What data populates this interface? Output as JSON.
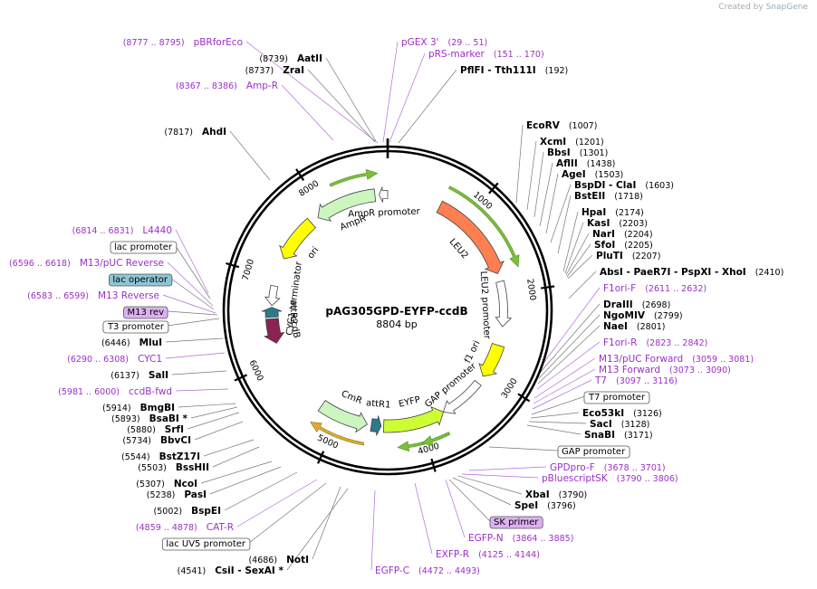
{
  "credit": {
    "prefix": "Created by",
    "brand": "SnapGene"
  },
  "plasmid": {
    "name": "pAG305GPD-EYFP-ccdB",
    "size_label": "8804 bp",
    "length": 8804
  },
  "colors": {
    "primer": "#9b30c8",
    "backbone": "#000000",
    "AmpR": "#ccf5c0",
    "ori": "#ffff00",
    "LEU2": "#ff7f50",
    "f1_ori": "#ffff00",
    "EYFP": "#ccff33",
    "CmR": "#ccf5c0",
    "ccdB": "#8b2252",
    "attR": "#2d7a8c",
    "promoter": "#ffffff"
  },
  "ticks": [
    {
      "pos": 1000,
      "label": "1000"
    },
    {
      "pos": 2000,
      "label": "2000"
    },
    {
      "pos": 3000,
      "label": "3000"
    },
    {
      "pos": 4000,
      "label": "4000"
    },
    {
      "pos": 5000,
      "label": "5000"
    },
    {
      "pos": 6000,
      "label": "6000"
    },
    {
      "pos": 7000,
      "label": "7000"
    },
    {
      "pos": 8000,
      "label": "8000"
    }
  ],
  "features": [
    {
      "name": "AmpR promoter",
      "start": 8700,
      "end": 8804,
      "dir": -1,
      "type": "promoter"
    },
    {
      "name": "AmpR",
      "start": 7900,
      "end": 8650,
      "dir": -1,
      "type": "gene"
    },
    {
      "name": "ori",
      "start": 7250,
      "end": 7800,
      "dir": -1,
      "type": "ori"
    },
    {
      "name": "LEU2",
      "start": 650,
      "end": 1750,
      "dir": 1,
      "type": "gene"
    },
    {
      "name": "LEU2 promoter",
      "start": 1850,
      "end": 2400,
      "dir": 1,
      "type": "promoter"
    },
    {
      "name": "f1 ori",
      "start": 2630,
      "end": 3050,
      "dir": 1,
      "type": "ori"
    },
    {
      "name": "GAP promoter",
      "start": 3150,
      "end": 3700,
      "dir": 1,
      "type": "promoter"
    },
    {
      "name": "EYFP",
      "start": 3700,
      "end": 4450,
      "dir": -1,
      "type": "gene"
    },
    {
      "name": "attR1",
      "start": 4480,
      "end": 4600,
      "dir": -1,
      "type": "attR"
    },
    {
      "name": "CmR",
      "start": 4650,
      "end": 5250,
      "dir": -1,
      "type": "gene"
    },
    {
      "name": "ccdB",
      "start": 6200,
      "end": 6500,
      "dir": -1,
      "type": "ccdB"
    },
    {
      "name": "attR2",
      "start": 6520,
      "end": 6640,
      "dir": 1,
      "type": "attR"
    },
    {
      "name": "CYC1 terminator",
      "start": 6660,
      "end": 6900,
      "dir": -1,
      "type": "terminator"
    }
  ],
  "labels": [
    {
      "text": "pBRforEco",
      "pos": "(8777 .. 8795)",
      "kind": "primer"
    },
    {
      "text": "pGEX 3'",
      "pos": "(29 .. 51)",
      "kind": "primer"
    },
    {
      "text": "AatII",
      "pos": "(8739)",
      "kind": "enzyme"
    },
    {
      "text": "pRS-marker",
      "pos": "(151 .. 170)",
      "kind": "primer"
    },
    {
      "text": "ZraI",
      "pos": "(8737)",
      "kind": "enzyme"
    },
    {
      "text": "PflFI  - Tth111I",
      "pos": "(192)",
      "kind": "enzyme"
    },
    {
      "text": "Amp-R",
      "pos": "(8367 .. 8386)",
      "kind": "primer"
    },
    {
      "text": "AhdI",
      "pos": "(7817)",
      "kind": "enzyme"
    },
    {
      "text": "EcoRV",
      "pos": "(1007)",
      "kind": "enzyme"
    },
    {
      "text": "XcmI",
      "pos": "(1201)",
      "kind": "enzyme"
    },
    {
      "text": "BbsI",
      "pos": "(1301)",
      "kind": "enzyme"
    },
    {
      "text": "AflII",
      "pos": "(1438)",
      "kind": "enzyme"
    },
    {
      "text": "AgeI",
      "pos": "(1503)",
      "kind": "enzyme"
    },
    {
      "text": "BspDI  - ClaI",
      "pos": "(1603)",
      "kind": "enzyme"
    },
    {
      "text": "BstEII",
      "pos": "(1718)",
      "kind": "enzyme"
    },
    {
      "text": "HpaI",
      "pos": "(2174)",
      "kind": "enzyme"
    },
    {
      "text": "KasI",
      "pos": "(2203)",
      "kind": "enzyme"
    },
    {
      "text": "NarI",
      "pos": "(2204)",
      "kind": "enzyme"
    },
    {
      "text": "SfoI",
      "pos": "(2205)",
      "kind": "enzyme"
    },
    {
      "text": "PluTI",
      "pos": "(2207)",
      "kind": "enzyme"
    },
    {
      "text": "AbsI  - PaeR7I  - PspXI  - XhoI",
      "pos": "(2410)",
      "kind": "enzyme"
    },
    {
      "text": "L4440",
      "pos": "(6814 .. 6831)",
      "kind": "primer"
    },
    {
      "text": "lac promoter",
      "pos": "",
      "kind": "box"
    },
    {
      "text": "M13/pUC Reverse",
      "pos": "(6596 .. 6618)",
      "kind": "primer"
    },
    {
      "text": "lac operator",
      "pos": "",
      "kind": "box_blue"
    },
    {
      "text": "M13 Reverse",
      "pos": "(6583 .. 6599)",
      "kind": "primer"
    },
    {
      "text": "M13 rev",
      "pos": "",
      "kind": "box_purple"
    },
    {
      "text": "T3 promoter",
      "pos": "",
      "kind": "box"
    },
    {
      "text": "MluI",
      "pos": "(6446)",
      "kind": "enzyme"
    },
    {
      "text": "CYC1",
      "pos": "(6290 .. 6308)",
      "kind": "primer"
    },
    {
      "text": "SalI",
      "pos": "(6137)",
      "kind": "enzyme"
    },
    {
      "text": "ccdB-fwd",
      "pos": "(5981 .. 6000)",
      "kind": "primer"
    },
    {
      "text": "F1ori-F",
      "pos": "(2611 .. 2632)",
      "kind": "primer"
    },
    {
      "text": "DraIII",
      "pos": "(2698)",
      "kind": "enzyme"
    },
    {
      "text": "NgoMIV",
      "pos": "(2799)",
      "kind": "enzyme"
    },
    {
      "text": "NaeI",
      "pos": "(2801)",
      "kind": "enzyme"
    },
    {
      "text": "F1ori-R",
      "pos": "(2823 .. 2842)",
      "kind": "primer"
    },
    {
      "text": "M13/pUC Forward",
      "pos": "(3059 .. 3081)",
      "kind": "primer"
    },
    {
      "text": "M13 Forward",
      "pos": "(3073 .. 3090)",
      "kind": "primer"
    },
    {
      "text": "T7",
      "pos": "(3097 .. 3116)",
      "kind": "primer"
    },
    {
      "text": "T7 promoter",
      "pos": "",
      "kind": "box"
    },
    {
      "text": "Eco53kI",
      "pos": "(3126)",
      "kind": "enzyme"
    },
    {
      "text": "SacI",
      "pos": "(3128)",
      "kind": "enzyme"
    },
    {
      "text": "SnaBI",
      "pos": "(3171)",
      "kind": "enzyme"
    },
    {
      "text": "GAP promoter",
      "pos": "",
      "kind": "box"
    },
    {
      "text": "GPDpro-F",
      "pos": "(3678 .. 3701)",
      "kind": "primer"
    },
    {
      "text": "pBluescriptSK",
      "pos": "(3790 .. 3806)",
      "kind": "primer"
    },
    {
      "text": "XbaI",
      "pos": "(3790)",
      "kind": "enzyme"
    },
    {
      "text": "SpeI",
      "pos": "(3796)",
      "kind": "enzyme"
    },
    {
      "text": "SK primer",
      "pos": "",
      "kind": "box_purple"
    },
    {
      "text": "EGFP-N",
      "pos": "(3864 .. 3885)",
      "kind": "primer"
    },
    {
      "text": "EXFP-R",
      "pos": "(4125 .. 4144)",
      "kind": "primer"
    },
    {
      "text": "EGFP-C",
      "pos": "(4472 .. 4493)",
      "kind": "primer"
    },
    {
      "text": "BmgBI",
      "pos": "(5914)",
      "kind": "enzyme"
    },
    {
      "text": "BsaBI *",
      "pos": "(5893)",
      "kind": "enzyme"
    },
    {
      "text": "SrfI",
      "pos": "(5880)",
      "kind": "enzyme"
    },
    {
      "text": "BbvCI",
      "pos": "(5734)",
      "kind": "enzyme"
    },
    {
      "text": "BstZ17I",
      "pos": "(5544)",
      "kind": "enzyme"
    },
    {
      "text": "BssHII",
      "pos": "(5503)",
      "kind": "enzyme"
    },
    {
      "text": "NcoI",
      "pos": "(5307)",
      "kind": "enzyme"
    },
    {
      "text": "PasI",
      "pos": "(5238)",
      "kind": "enzyme"
    },
    {
      "text": "BspEI",
      "pos": "(5002)",
      "kind": "enzyme"
    },
    {
      "text": "CAT-R",
      "pos": "(4859 .. 4878)",
      "kind": "primer"
    },
    {
      "text": "lac UV5 promoter",
      "pos": "",
      "kind": "box"
    },
    {
      "text": "NotI",
      "pos": "(4686)",
      "kind": "enzyme"
    },
    {
      "text": "CsiI  - SexAI *",
      "pos": "(4541)",
      "kind": "enzyme"
    }
  ]
}
